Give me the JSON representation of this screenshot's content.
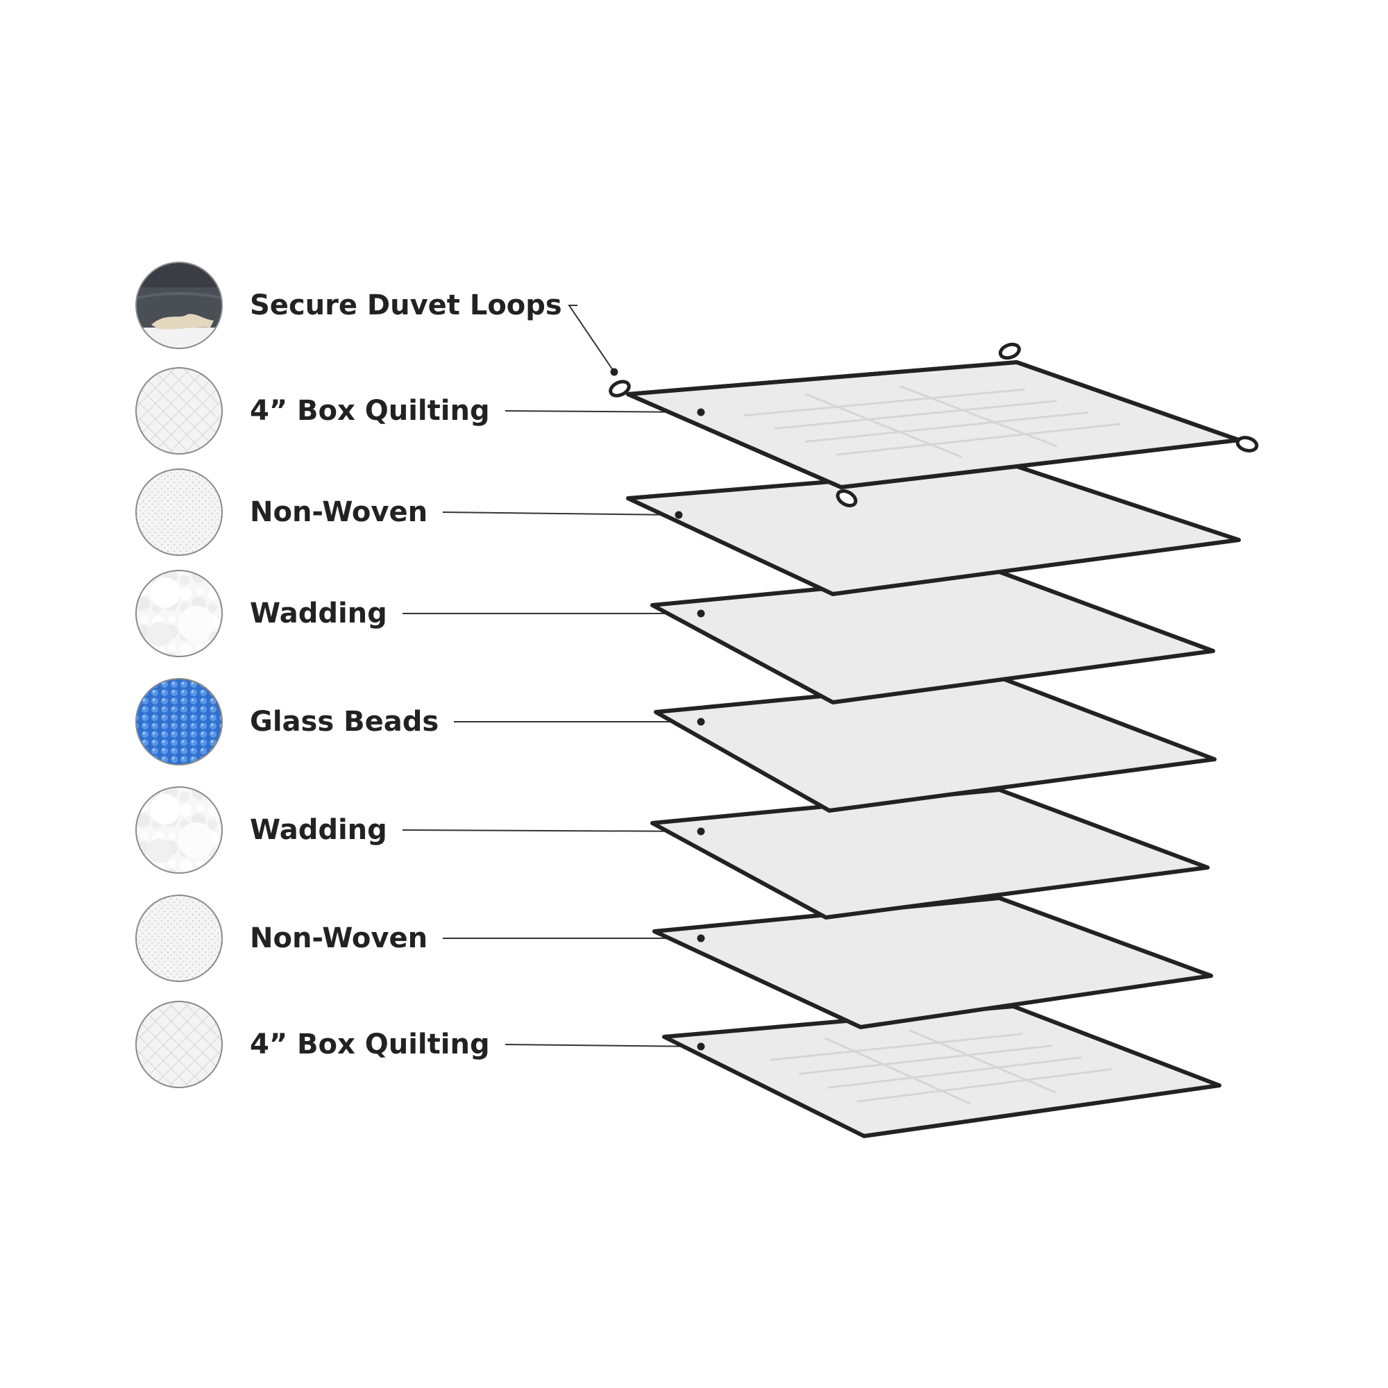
{
  "colors": {
    "stroke": "#222222",
    "layer_fill": "#ebebeb",
    "quilt_line": "#d6d6d6",
    "leader": "#333333",
    "circle_border": "#8a8a8a",
    "glass_beads": "#3f7fd6",
    "duvet_loops_photo": "#4a4f55",
    "loop_tie": "#e3d7bd"
  },
  "layers": [
    {
      "label": "Secure Duvet Loops",
      "swatch": "duvet-loops",
      "pattern": "none"
    },
    {
      "label": "4” Box Quilting",
      "swatch": "box-quilting",
      "pattern": "grid"
    },
    {
      "label": "Non-Woven",
      "swatch": "non-woven",
      "pattern": "none"
    },
    {
      "label": "Wadding",
      "swatch": "wadding",
      "pattern": "none"
    },
    {
      "label": "Glass Beads",
      "swatch": "glass-beads",
      "pattern": "none"
    },
    {
      "label": "Wadding",
      "swatch": "wadding",
      "pattern": "none"
    },
    {
      "label": "Non-Woven",
      "swatch": "non-woven",
      "pattern": "none"
    },
    {
      "label": "4” Box Quilting",
      "swatch": "box-quilting",
      "pattern": "grid"
    }
  ]
}
